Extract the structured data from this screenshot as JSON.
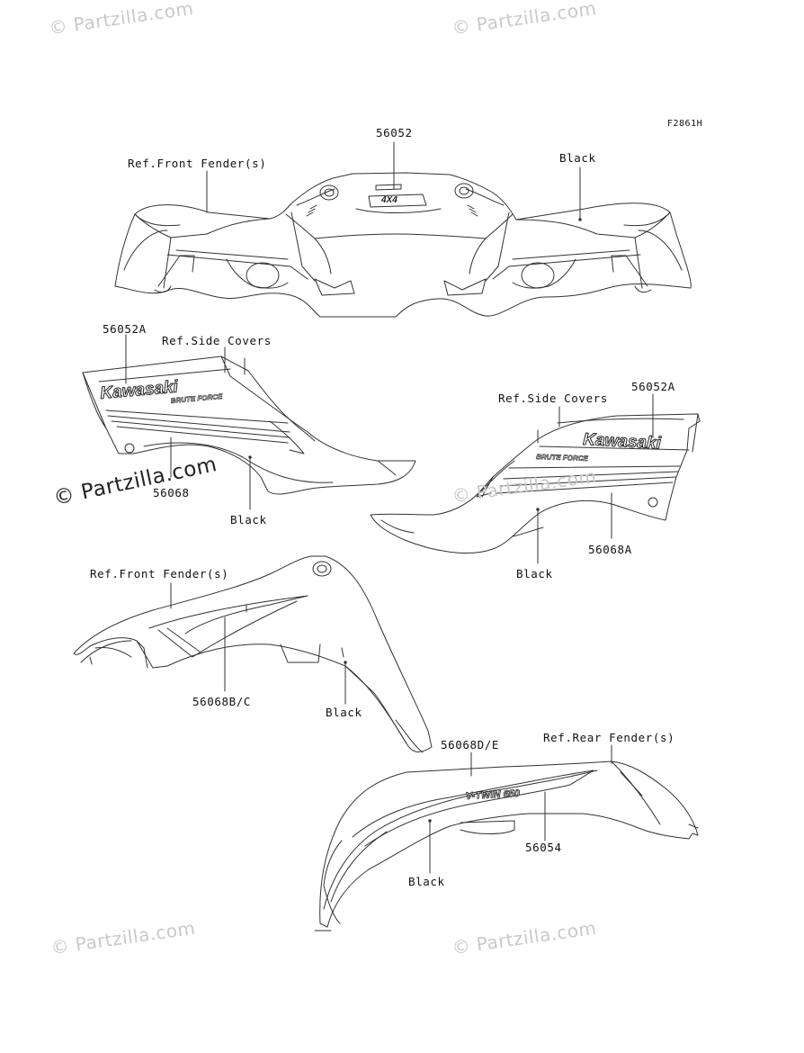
{
  "figure_code": "F2861H",
  "watermark": "© Partzilla.com",
  "watermark_dark": "© Partzilla.com",
  "callouts": {
    "front_top_part": "56052",
    "front_top_ref": "Ref.Front Fender(s)",
    "front_top_black": "Black",
    "left_cover_part_a": "56052A",
    "left_cover_ref": "Ref.Side Covers",
    "left_cover_part_b": "56068",
    "left_cover_black": "Black",
    "right_cover_ref": "Ref.Side Covers",
    "right_cover_part_a": "56052A",
    "right_cover_part_b": "56068A",
    "right_cover_black": "Black",
    "front_side_ref": "Ref.Front Fender(s)",
    "front_side_part": "56068B/C",
    "front_side_black": "Black",
    "rear_part_de": "56068D/E",
    "rear_ref": "Ref.Rear Fender(s)",
    "rear_part_emblem": "56054",
    "rear_black": "Black"
  },
  "decal_text": {
    "brand": "Kawasaki",
    "model": "BRUTE FORCE",
    "badge_4x4": "4X4",
    "engine": "V-TWIN 650"
  }
}
